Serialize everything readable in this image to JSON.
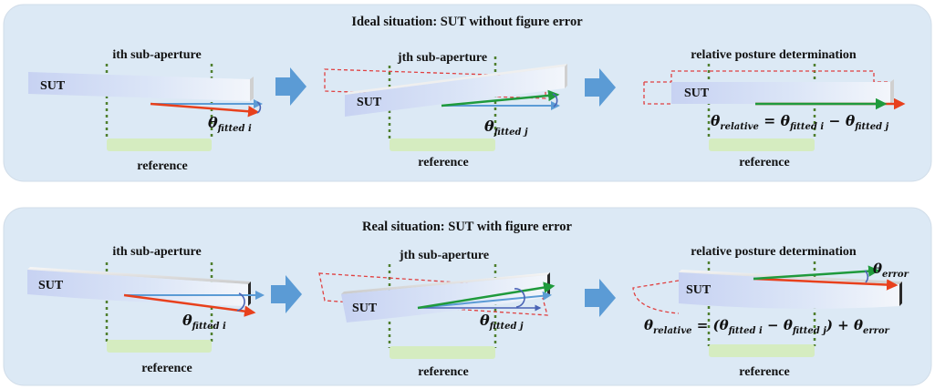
{
  "panels": [
    {
      "title": "Ideal situation: SUT without figure error",
      "steps": [
        {
          "caption": "ith sub-aperture",
          "sut": "SUT",
          "angle": "θ",
          "angle_sub": "fitted i",
          "reference": "reference"
        },
        {
          "caption": "jth sub-aperture",
          "sut": "SUT",
          "angle": "θ",
          "angle_sub": "fitted j",
          "reference": "reference"
        },
        {
          "caption": "relative posture determination",
          "sut": "SUT",
          "reference": "reference",
          "formula": {
            "lhs": "θ",
            "lhs_sub": "relative",
            "eq": " = ",
            "t1": "θ",
            "t1_sub": "fitted i",
            "minus": " − ",
            "t2": "θ",
            "t2_sub": "fitted j"
          }
        }
      ]
    },
    {
      "title": "Real situation: SUT with figure error",
      "steps": [
        {
          "caption": "ith sub-aperture",
          "sut": "SUT",
          "angle": "θ",
          "angle_sub": "fitted i",
          "reference": "reference"
        },
        {
          "caption": "jth sub-aperture",
          "sut": "SUT",
          "angle": "θ",
          "angle_sub": "fitted j",
          "reference": "reference"
        },
        {
          "caption": "relative posture determination",
          "sut": "SUT",
          "reference": "reference",
          "error_angle": "θ",
          "error_sub": "error",
          "formula": {
            "lhs": "θ",
            "lhs_sub": "relative",
            "eq": " = (",
            "t1": "θ",
            "t1_sub": "fitted i",
            "minus": " − ",
            "t2": "θ",
            "t2_sub": "fitted j",
            "tail": ") + ",
            "t3": "θ",
            "t3_sub": "error"
          }
        }
      ]
    }
  ],
  "colors": {
    "panel_bg": "#dce9f5",
    "bar_face": "#cdd8f3",
    "reference_pad": "#d5ecc0",
    "guide_dashed": "#4f7f2e",
    "ghost_dashed": "#e04040",
    "arrow_red": "#e8401c",
    "arrow_blue": "#5b9bd5",
    "arrow_green": "#1f9a3c",
    "flow_arrow": "#5b9bd5"
  }
}
